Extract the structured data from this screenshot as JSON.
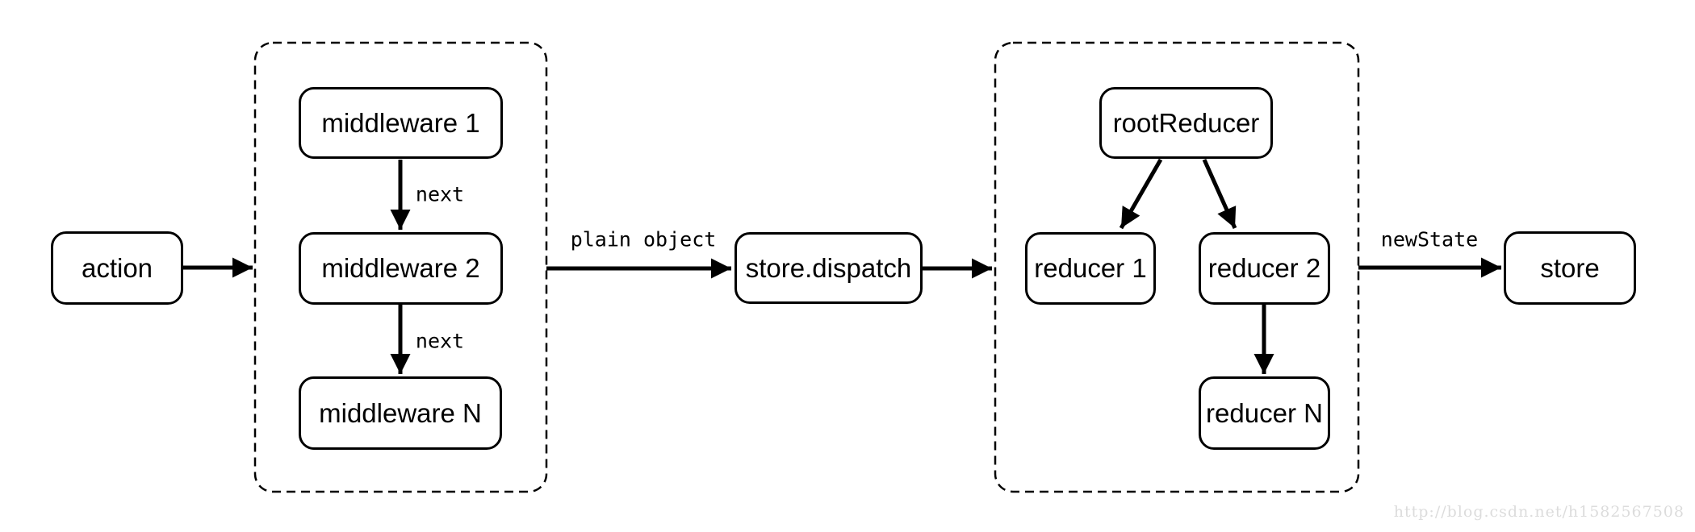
{
  "diagram": {
    "title_hint": "redux action/middleware/reducer data flow",
    "colors": {
      "background": "#ffffff",
      "stroke": "#000000",
      "text": "#000000",
      "watermark": "#dcdcdc"
    },
    "nodes": {
      "action": {
        "label": "action"
      },
      "middleware1": {
        "label": "middleware 1"
      },
      "middleware2": {
        "label": "middleware 2"
      },
      "middlewareN": {
        "label": "middleware N"
      },
      "storeDispatch": {
        "label": "store.dispatch"
      },
      "rootReducer": {
        "label": "rootReducer"
      },
      "reducer1": {
        "label": "reducer 1"
      },
      "reducer2": {
        "label": "reducer 2"
      },
      "reducerN": {
        "label": "reducer N"
      },
      "store": {
        "label": "store"
      }
    },
    "groups": {
      "middleware_group": {
        "style": "dashed",
        "contains": [
          "middleware1",
          "middleware2",
          "middlewareN"
        ]
      },
      "reducer_group": {
        "style": "dashed",
        "contains": [
          "rootReducer",
          "reducer1",
          "reducer2",
          "reducerN"
        ]
      }
    },
    "edge_labels": {
      "next1": "next",
      "next2": "next",
      "plain_object": "plain object",
      "new_state": "newState"
    },
    "edges": [
      {
        "from": "action",
        "to": "middleware_group",
        "label": ""
      },
      {
        "from": "middleware1",
        "to": "middleware2",
        "label": "next"
      },
      {
        "from": "middleware2",
        "to": "middlewareN",
        "label": "next"
      },
      {
        "from": "middleware_group",
        "to": "storeDispatch",
        "label": "plain object"
      },
      {
        "from": "storeDispatch",
        "to": "reducer_group",
        "label": ""
      },
      {
        "from": "rootReducer",
        "to": "reducer1",
        "label": ""
      },
      {
        "from": "rootReducer",
        "to": "reducer2",
        "label": ""
      },
      {
        "from": "reducer2",
        "to": "reducerN",
        "label": ""
      },
      {
        "from": "reducer_group",
        "to": "store",
        "label": "newState"
      }
    ],
    "watermark": {
      "text": "http://blog.csdn.net/h1582567508"
    }
  }
}
